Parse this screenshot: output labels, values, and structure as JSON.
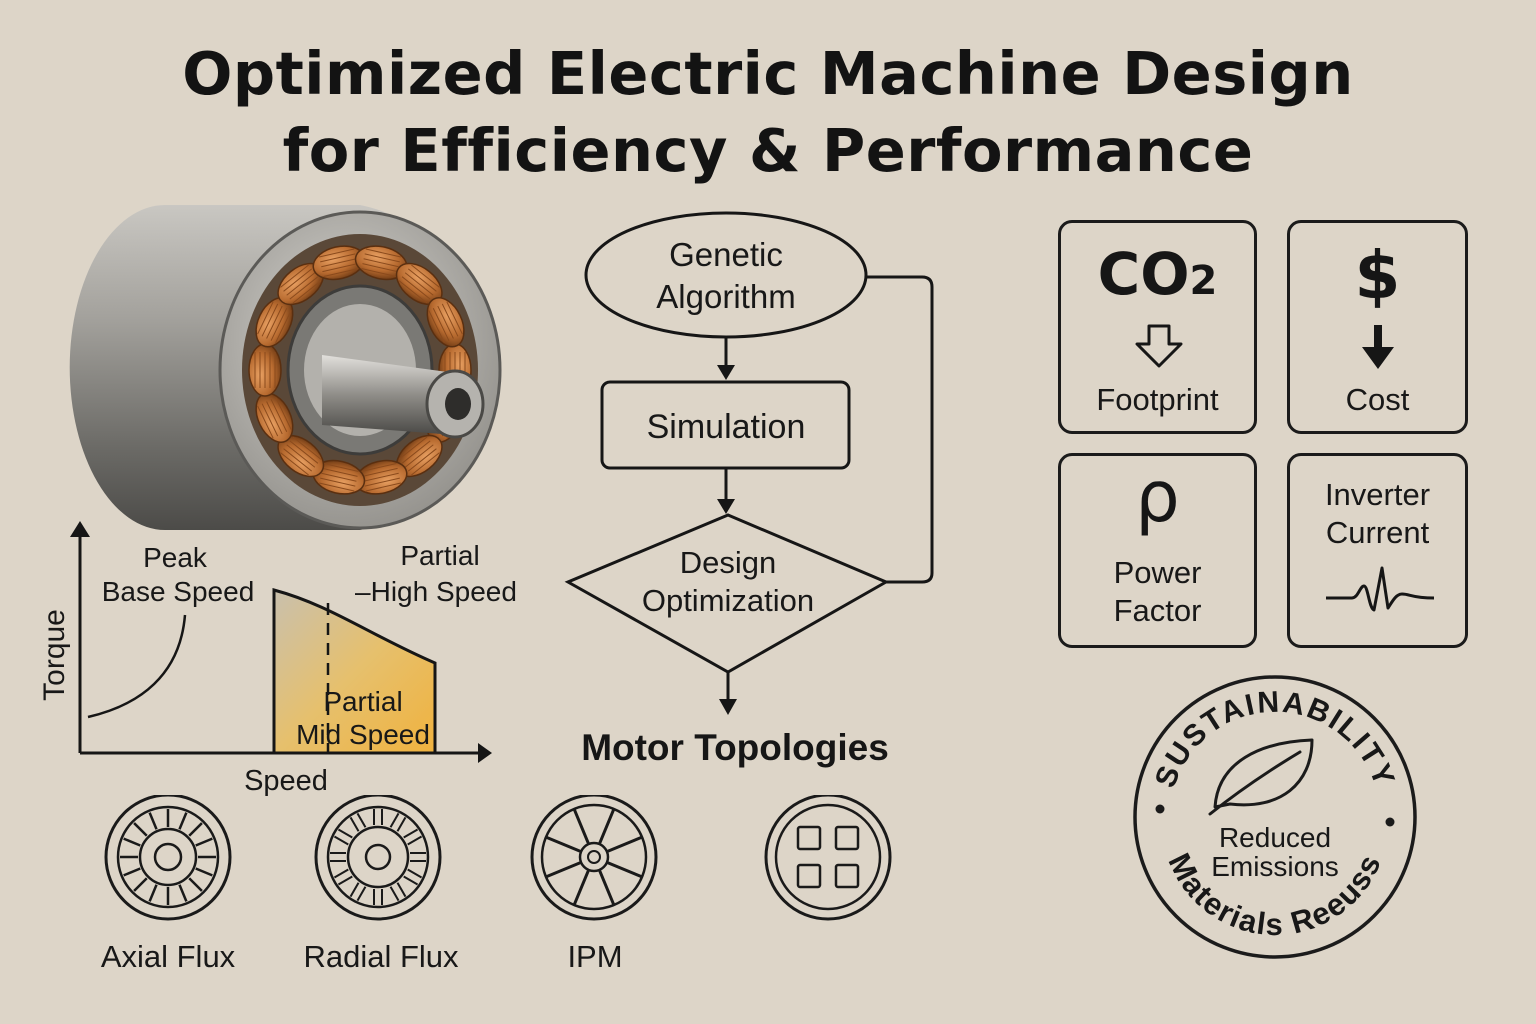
{
  "title": {
    "line1": "Optimized Electric Machine Design",
    "line2": "for Efficiency & Performance"
  },
  "chart": {
    "y_axis": "Torque",
    "x_axis": "Speed",
    "region_peak": {
      "line1": "Peak",
      "line2": "Base Speed"
    },
    "region_high": {
      "line1": "Partial",
      "line2": "–High Speed"
    },
    "region_mid": {
      "line1": "Partial",
      "line2": "Mid Speed"
    }
  },
  "flowchart": {
    "start": {
      "line1": "Genetic",
      "line2": "Algorithm"
    },
    "process": "Simulation",
    "decision": {
      "line1": "Design",
      "line2": "Optimization"
    },
    "output": "Motor Topologies"
  },
  "topologies": [
    {
      "label": "Axial Flux",
      "icon": "axial-flux-icon"
    },
    {
      "label": "Radial Flux",
      "icon": "radial-flux-icon"
    },
    {
      "label": "IPM",
      "icon": "ipm-icon"
    },
    {
      "label": "",
      "icon": "modular-icon"
    }
  ],
  "metrics": {
    "co2": {
      "symbol": "CO",
      "subscript": "2",
      "label": "Footprint",
      "icon": "down-arrow-outline-icon"
    },
    "cost": {
      "symbol": "$",
      "label": "Cost",
      "icon": "down-arrow-solid-icon"
    },
    "power_factor": {
      "symbol": "ρ",
      "line1": "Power",
      "line2": "Factor"
    },
    "inverter": {
      "line1": "Inverter",
      "line2": "Current",
      "icon": "waveform-icon"
    }
  },
  "seal": {
    "top_text": "SUSTAINABILITY",
    "bottom_text": "Materials Reeuss",
    "center_line1": "Reduced",
    "center_line2": "Emissions",
    "icon": "leaf-icon"
  },
  "colors": {
    "background": "#ddd5c8",
    "ink": "#161616",
    "copper": "#c2773a",
    "steel": "#8f8e8a",
    "chart_fill": "#e3b24d"
  }
}
